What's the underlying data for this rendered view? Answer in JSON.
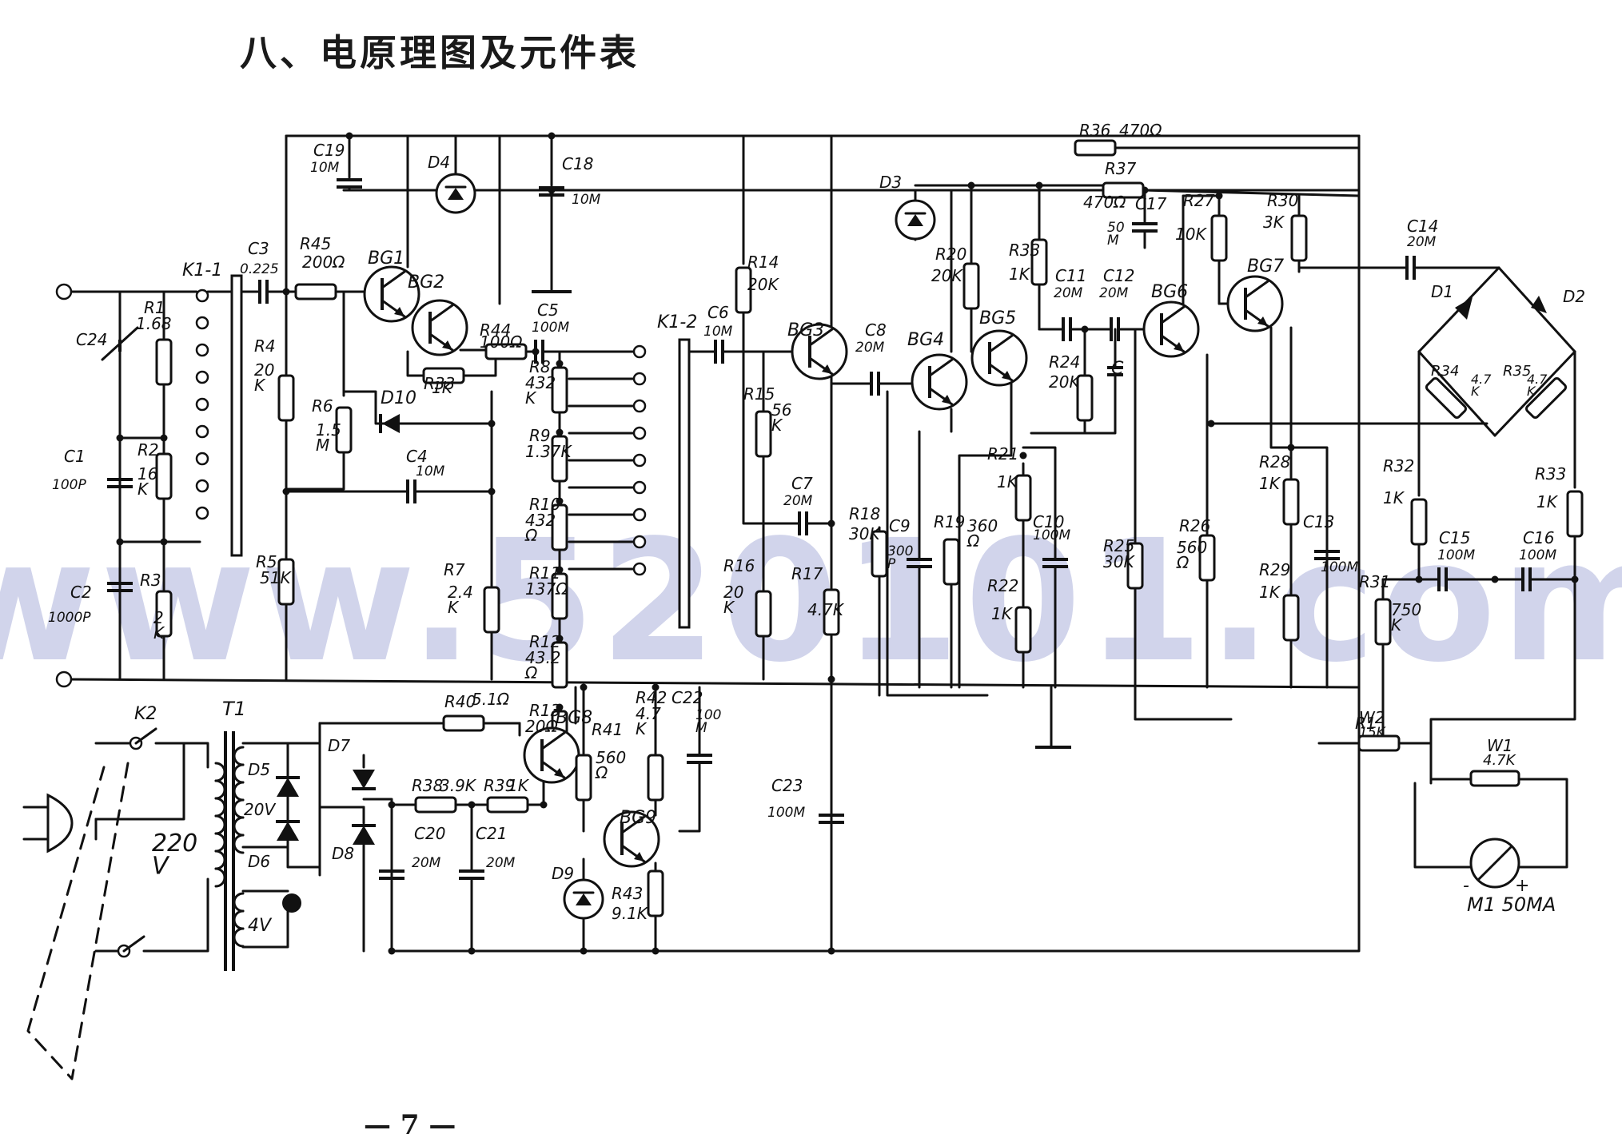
{
  "title": "八、电原理图及元件表",
  "page_number": "— 7 —",
  "watermark": "www.520101.com",
  "colors": {
    "ink": "#111111",
    "watermark": "#c9cde8"
  },
  "switches": {
    "k1_1": "K1-1",
    "k1_2": "K1-2",
    "k2": "K2"
  },
  "transformer": {
    "ref": "T1",
    "primary": "220\nV",
    "sec_a": "20V",
    "sec_b": "4V"
  },
  "meter": {
    "label": "M1 50MA",
    "plus": "+",
    "minus": "-"
  },
  "transistors": [
    "BG1",
    "BG2",
    "BG3",
    "BG4",
    "BG5",
    "BG6",
    "BG7",
    "BG8",
    "BG9"
  ],
  "resistors": [
    {
      "ref": "R1",
      "value": "1.68"
    },
    {
      "ref": "R2",
      "value": "16\nK"
    },
    {
      "ref": "R3",
      "value": "2\nK"
    },
    {
      "ref": "R4",
      "value": "20\nK"
    },
    {
      "ref": "R5",
      "value": "51K"
    },
    {
      "ref": "R6",
      "value": "1.5\nM"
    },
    {
      "ref": "R7",
      "value": "2.4\nK"
    },
    {
      "ref": "R8",
      "value": "432\nK"
    },
    {
      "ref": "R9",
      "value": "1.37K"
    },
    {
      "ref": "R10",
      "value": "432\nΩ"
    },
    {
      "ref": "R11",
      "value": "137Ω"
    },
    {
      "ref": "R12",
      "value": "43.2\nΩ"
    },
    {
      "ref": "R13",
      "value": "20Ω"
    },
    {
      "ref": "R14",
      "value": "20K"
    },
    {
      "ref": "R15",
      "value": "56\nK"
    },
    {
      "ref": "R16",
      "value": "20\nK"
    },
    {
      "ref": "R17",
      "value": "4.7K"
    },
    {
      "ref": "R18",
      "value": "30K"
    },
    {
      "ref": "R19",
      "value": "360\nΩ"
    },
    {
      "ref": "R20",
      "value": "20K"
    },
    {
      "ref": "R21",
      "value": "1K"
    },
    {
      "ref": "R22",
      "value": "1K"
    },
    {
      "ref": "R24",
      "value": "20K"
    },
    {
      "ref": "R25",
      "value": "30K"
    },
    {
      "ref": "R26",
      "value": "560\nΩ"
    },
    {
      "ref": "R27",
      "value": "10K"
    },
    {
      "ref": "R28",
      "value": "1K"
    },
    {
      "ref": "R29",
      "value": "1K"
    },
    {
      "ref": "R30",
      "value": "3K"
    },
    {
      "ref": "R31",
      "value": "750\nK"
    },
    {
      "ref": "R32",
      "value": "1K"
    },
    {
      "ref": "R33",
      "value": "1K"
    },
    {
      "ref": "R34",
      "value": "4.7\nK"
    },
    {
      "ref": "R35",
      "value": "4.7\nK"
    },
    {
      "ref": "R36",
      "value": "470Ω"
    },
    {
      "ref": "R37",
      "value": "470Ω"
    },
    {
      "ref": "R38",
      "value": "3.9K"
    },
    {
      "ref": "R39",
      "value": "1K"
    },
    {
      "ref": "R40",
      "value": "5.1Ω"
    },
    {
      "ref": "R41",
      "value": "560\nΩ"
    },
    {
      "ref": "R42",
      "value": "4.7\nK"
    },
    {
      "ref": "R43",
      "value": "9.1K"
    },
    {
      "ref": "R44",
      "value": "100Ω"
    },
    {
      "ref": "R45",
      "value": "200Ω"
    },
    {
      "ref": "R33",
      "value": "3K"
    }
  ],
  "capacitors": [
    {
      "ref": "C1",
      "value": "100P"
    },
    {
      "ref": "C2",
      "value": "1000P"
    },
    {
      "ref": "C3",
      "value": "0.225"
    },
    {
      "ref": "C4",
      "value": "10Μ"
    },
    {
      "ref": "C5",
      "value": "100Μ"
    },
    {
      "ref": "C6",
      "value": "10Μ"
    },
    {
      "ref": "C7",
      "value": "20Μ"
    },
    {
      "ref": "C8",
      "value": "20Μ"
    },
    {
      "ref": "C9",
      "value": "300\nP"
    },
    {
      "ref": "C10",
      "value": "100Μ"
    },
    {
      "ref": "C11",
      "value": "20Μ"
    },
    {
      "ref": "C12",
      "value": "20Μ"
    },
    {
      "ref": "C13",
      "value": "100Μ"
    },
    {
      "ref": "C14",
      "value": "20Μ"
    },
    {
      "ref": "C15",
      "value": "100Μ"
    },
    {
      "ref": "C16",
      "value": "100Μ"
    },
    {
      "ref": "C17",
      "value": "50\nΜ"
    },
    {
      "ref": "C18",
      "value": "10Μ"
    },
    {
      "ref": "C19",
      "value": "10Μ"
    },
    {
      "ref": "C20",
      "value": "20Μ"
    },
    {
      "ref": "C21",
      "value": "20Μ"
    },
    {
      "ref": "C22",
      "value": "100\nΜ"
    },
    {
      "ref": "C23",
      "value": "100Μ"
    },
    {
      "ref": "C24",
      "value": ""
    },
    {
      "ref": "C",
      "value": ""
    }
  ],
  "diodes": [
    "D1",
    "D2",
    "D3",
    "D4",
    "D5",
    "D6",
    "D7",
    "D8",
    "D9",
    "D10"
  ],
  "pots": [
    {
      "ref": "W1",
      "value": "4.7K"
    },
    {
      "ref": "W2",
      "value": "15K"
    }
  ]
}
